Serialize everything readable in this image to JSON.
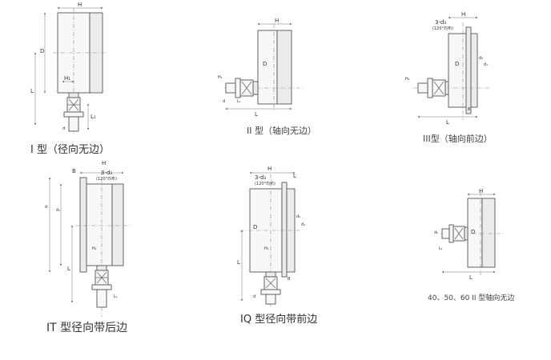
{
  "captions": {
    "type_I": "I 型（径向无边）",
    "type_II": "II 型（轴向无边）",
    "type_III": "III型（轴向前边）",
    "type_IT": "IT 型径向带后边",
    "type_IQ": "IQ 型径向带前边",
    "small_II": "40、50、60 II 型轴向无边"
  },
  "dims": {
    "H": "H",
    "D": "D",
    "L": "L",
    "B": "B",
    "H1": "H₁",
    "L1": "L₁",
    "d": "d",
    "d1": "d₁",
    "d0": "d₀",
    "d4": "d₄",
    "d3": "3-d₃",
    "d2": "d₂",
    "note120": "(120°均布)"
  }
}
